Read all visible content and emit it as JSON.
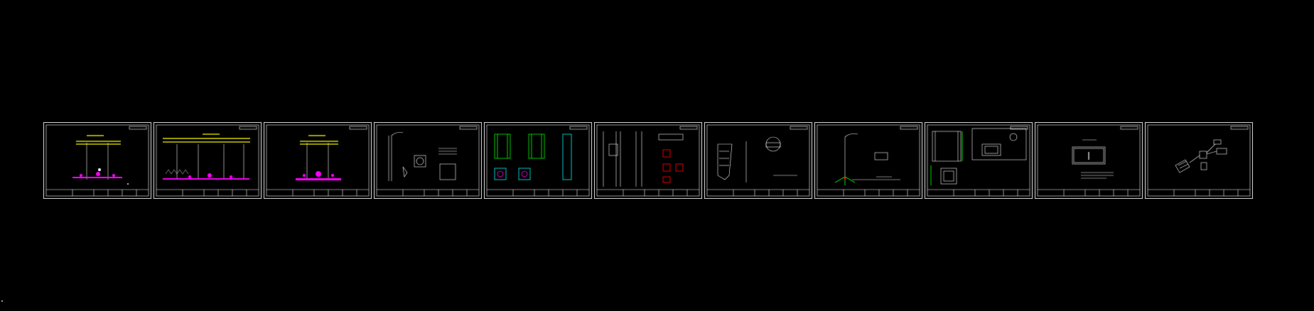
{
  "app": {
    "background": "#000000",
    "line_color": "#ffffff"
  },
  "sheets": [
    {
      "id": 1,
      "label": "",
      "icon": "street-light-elevation"
    },
    {
      "id": 2,
      "label": "",
      "icon": "street-light-elevation-wide"
    },
    {
      "id": 3,
      "label": "",
      "icon": "street-light-elevation-magenta"
    },
    {
      "id": 4,
      "label": "",
      "icon": "pole-detail"
    },
    {
      "id": 5,
      "label": "",
      "icon": "foundation-detail"
    },
    {
      "id": 6,
      "label": "",
      "icon": "pole-sections"
    },
    {
      "id": 7,
      "label": "",
      "icon": "lamp-head-detail"
    },
    {
      "id": 8,
      "label": "",
      "icon": "grounding-detail"
    },
    {
      "id": 9,
      "label": "",
      "icon": "cable-well-detail"
    },
    {
      "id": 10,
      "label": "",
      "icon": "nameplate-detail"
    },
    {
      "id": 11,
      "label": "",
      "icon": "wiring-diagram"
    }
  ],
  "colors": {
    "yellow": "#ffff00",
    "magenta": "#ff00ff",
    "green": "#00ff00",
    "red": "#ff0000",
    "cyan": "#00ffff",
    "white": "#ffffff"
  }
}
